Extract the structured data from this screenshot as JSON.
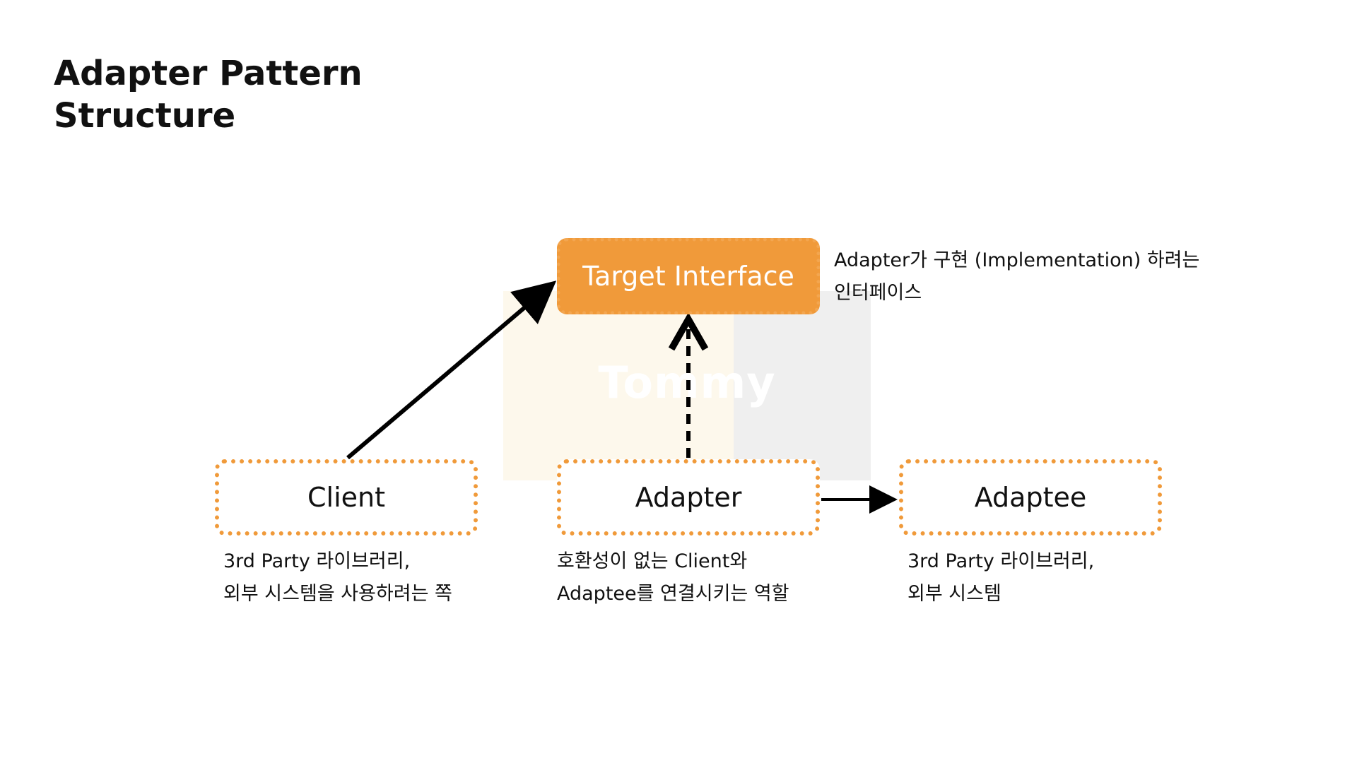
{
  "title": {
    "line1": "Adapter Pattern",
    "line2": "Structure"
  },
  "watermark": "Tommy",
  "nodes": {
    "target": {
      "label": "Target Interface"
    },
    "client": {
      "label": "Client"
    },
    "adapter": {
      "label": "Adapter"
    },
    "adaptee": {
      "label": "Adaptee"
    }
  },
  "captions": {
    "target": [
      "Adapter가 구현 (Implementation) 하려는",
      "인터페이스"
    ],
    "client": [
      "3rd Party 라이브러리,",
      "외부 시스템을 사용하려는 쪽"
    ],
    "adapter": [
      "호환성이 없는 Client와",
      "Adaptee를 연결시키는 역할"
    ],
    "adaptee": [
      "3rd Party 라이브러리,",
      "외부 시스템"
    ]
  },
  "edges": [
    {
      "from": "client",
      "to": "target",
      "style": "solid"
    },
    {
      "from": "adapter",
      "to": "target",
      "style": "dashed"
    },
    {
      "from": "adapter",
      "to": "adaptee",
      "style": "solid"
    }
  ],
  "colors": {
    "accent": "#f09a3a",
    "arrow": "#000000",
    "text": "#111111"
  }
}
